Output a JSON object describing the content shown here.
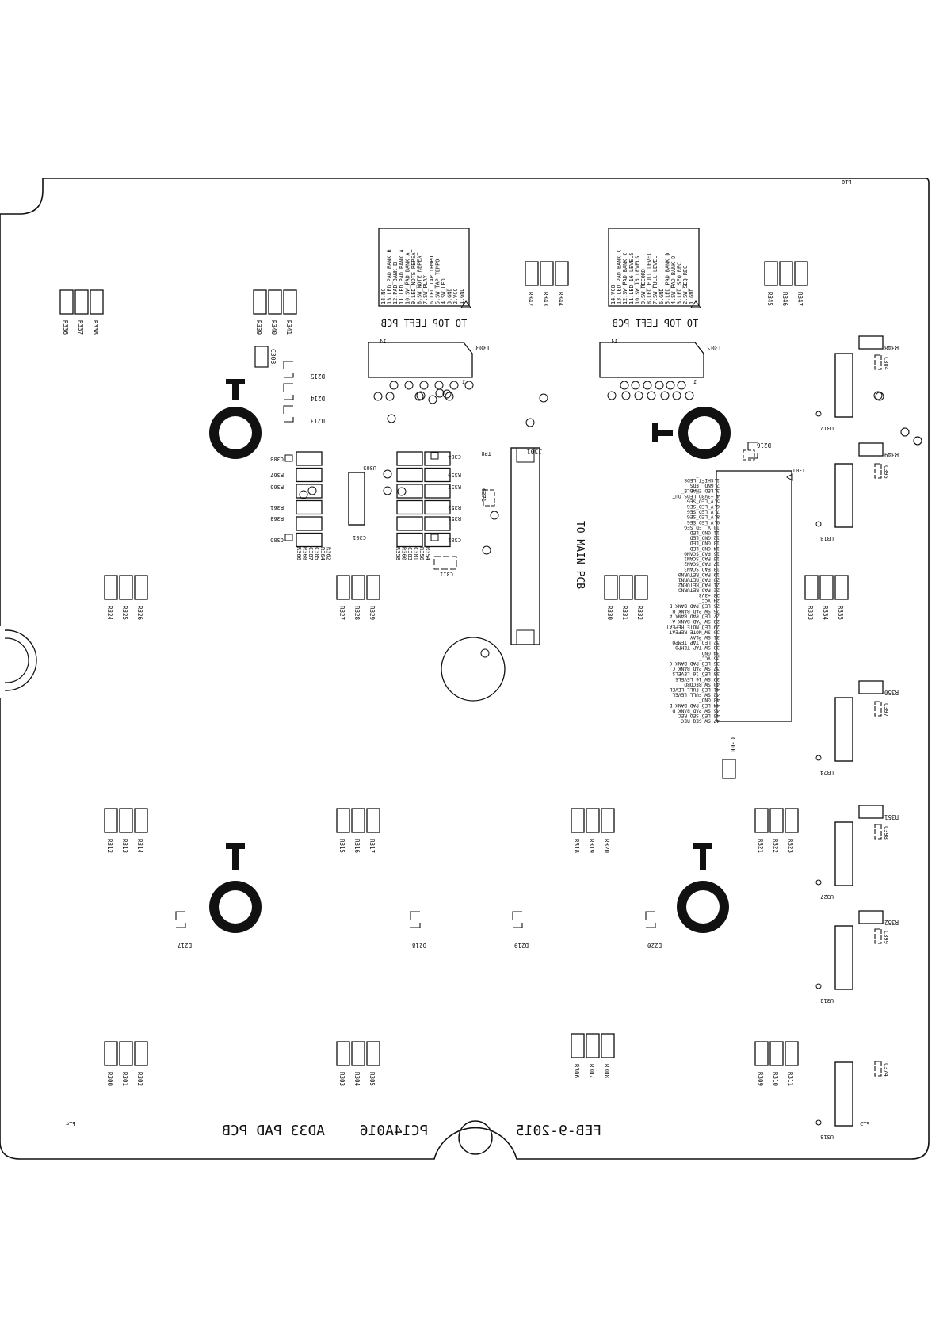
{
  "board": {
    "title_text": "AD33 PAD PCB",
    "part_number": "PC14A016",
    "date": "FEB-9-2015",
    "tp_right": "PT6",
    "tp_left": "PT4",
    "tp_bottom": "PT5"
  },
  "connectors": {
    "j303": {
      "ref": "J303",
      "pin_first": "14",
      "pin_last": "1",
      "caption": "TO TOP LEFT PCB",
      "pins": [
        "14.NC",
        "13.LED_PAD BANK B",
        "12.PAD BANK B",
        "11.LED_PAD BANK A",
        "10.SW_PAD BANK A",
        "9.LED_NOTE REPEAT",
        "8.SW_NOTE REPEAT",
        "7.SW_PLAY",
        "6.LED_TAP TEMPO",
        "5.SW_TAP TEMPO",
        "4.SW_LED",
        "3.GND",
        "2.VCC",
        "1.GND"
      ]
    },
    "j302": {
      "ref": "J302",
      "pin_first": "14",
      "pin_last": "1",
      "caption": "TO TOP LEFT PCB",
      "pins": [
        "14.VCO",
        "13.LED_PAD BANK C",
        "12.SW_PAD BANK C",
        "11.LED_16 LEVELS",
        "10.SW_16 LEVELS",
        "9.SW_RECORD",
        "8.LED_FULL LEVEL",
        "7.SW_FULL LEVEL",
        "6.GND",
        "5.LED_PAD BANK D",
        "4.SW_PAD BANK D",
        "3.LED_SEQ REC",
        "2.SW_SEQ REC",
        "1.GND"
      ]
    },
    "j301": {
      "ref": "J301",
      "caption": "TO MAIN PCB",
      "pins": [
        "1.SHIFT_LEDS",
        "2.GND_LEDS",
        "3.LED_ENABLE",
        "4.+3V3D_LEDS_OUT",
        "5.V_LED_SEG",
        "6.V_LED_SEG",
        "7.V_LED_SEG",
        "8.V_LED_SEG",
        "9.V_LED_SEG",
        "10.V_LED_SEG",
        "11.GND_LED",
        "12.GND_LED",
        "13.GND_LED",
        "14.GND_LED",
        "15.PAD_SCAN0",
        "16.PAD_SCAN1",
        "17.PAD_SCAN2",
        "18.PAD_SCAN3",
        "19.PAD_RETURN0",
        "20.PAD_RETURN1",
        "21.PAD_RETURN2",
        "22.PAD_RETURN3",
        "23.+3V3",
        "24.VCC",
        "25.LED_PAD BANK B",
        "26.SW_PAD BANK B",
        "27.LED_PAD BANK A",
        "28.SW_PAD BANK A",
        "29.LED_NOTE REPEAT",
        "30.SW_NOTE REPEAT",
        "31.SW_PLAY",
        "32.LED_TAP TEMPO",
        "33.SW_TAP TEMPO",
        "34.GND",
        "35.VCC",
        "36.LED_PAD BANK C",
        "37.SW_PAD BANK C",
        "38.LED_16 LEVELS",
        "39.SW_16 LEVELS",
        "40.SW_RECORD",
        "41.LED_FULL LEVEL",
        "42.SW_FULL LEVEL",
        "43.GND",
        "44.LED_PAD BANK D",
        "45.SW_PAD BANK D",
        "46.LED_SEQ REC",
        "47.SW_SEQ REC"
      ]
    }
  },
  "resistor_groups": [
    [
      "R336",
      "R337",
      "R338"
    ],
    [
      "R339",
      "R340",
      "R341"
    ],
    [
      "R342",
      "R343",
      "R344"
    ],
    [
      "R345",
      "R346",
      "R347"
    ],
    [
      "R324",
      "R325",
      "R326"
    ],
    [
      "R327",
      "R328",
      "R329"
    ],
    [
      "R330",
      "R331",
      "R332"
    ],
    [
      "R333",
      "R334",
      "R335"
    ],
    [
      "R312",
      "R313",
      "R314"
    ],
    [
      "R315",
      "R316",
      "R317"
    ],
    [
      "R318",
      "R319",
      "R320"
    ],
    [
      "R321",
      "R322",
      "R323"
    ],
    [
      "R300",
      "R301",
      "R302"
    ],
    [
      "R303",
      "R304",
      "R305"
    ],
    [
      "R306",
      "R307",
      "R308"
    ],
    [
      "R309",
      "R310",
      "R311"
    ]
  ],
  "ics": [
    "U317",
    "U318",
    "U324",
    "U327",
    "U312",
    "U313",
    "U305"
  ],
  "right_resistors": [
    "R348",
    "R349",
    "R350",
    "R351",
    "R352"
  ],
  "right_caps": [
    "C304",
    "C395",
    "C397",
    "C398",
    "C399",
    "C374"
  ],
  "diodes": [
    "D213",
    "D214",
    "D215",
    "D216",
    "D217",
    "D218",
    "D219",
    "D220"
  ],
  "center_left_refs": [
    "C388",
    "R367",
    "R365",
    "R361",
    "R363",
    "C386",
    "R366",
    "R368",
    "C387",
    "C385",
    "R364",
    "R362"
  ],
  "center_right_refs": [
    "C384",
    "R359",
    "R357",
    "R353",
    "R355",
    "C382",
    "R358",
    "R360",
    "C383",
    "C381",
    "R356",
    "R354"
  ],
  "misc_refs": {
    "u305": "U305",
    "c301": "C301",
    "c311": "C311",
    "c371": "C371",
    "tp8": "TP8",
    "c302": "C302",
    "c303": "C303",
    "c300": "C300"
  }
}
